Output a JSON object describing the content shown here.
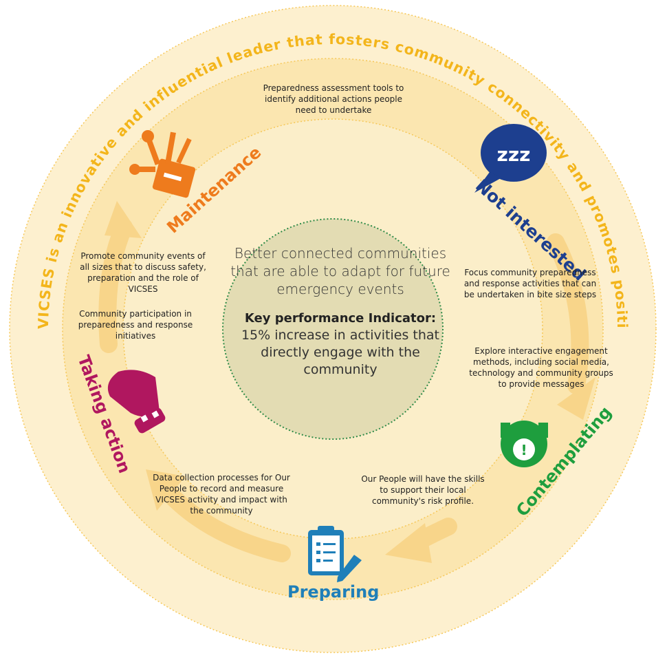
{
  "outer_statement": "VICSES is an innovative and influential leader that fosters community connectivity and promotes positive behaviour change",
  "center": {
    "statement": "Better connected communities that are able to adapt for future emergency events",
    "kpi_title": "Key performance Indicator:",
    "kpi_text": "15% increase in activities that directly engage with the community"
  },
  "stages": {
    "not_interested": {
      "label": "Not interested",
      "color": "#1d3f8f",
      "icon": "sleeping-speech-bubble-icon"
    },
    "contemplating": {
      "label": "Contemplating",
      "color": "#1e9e3e",
      "icon": "thinking-head-icon"
    },
    "preparing": {
      "label": "Preparing",
      "color": "#1f7fb9",
      "icon": "clipboard-checklist-icon"
    },
    "taking_action": {
      "label": "Taking action",
      "color": "#b0175f",
      "icon": "hand-wrench-icon"
    },
    "maintenance": {
      "label": "Maintenance",
      "color": "#ee7b1d",
      "icon": "toolbox-icon"
    }
  },
  "notes": {
    "top": "Preparedness assessment tools to identify additional actions people need to undertake",
    "right_1": "Focus community preparedness and response activities that can be undertaken in bite size steps",
    "right_2": "Explore interactive engagement methods, including social media, technology and community groups to provide messages",
    "bottom_right": "Our People will have the skills to support their local community's risk profile.",
    "bottom_left": "Data collection processes for Our People to record and measure VICSES activity and impact with the community",
    "left_1": "Promote community events of all sizes that to discuss safety, preparation and the role of VICSES",
    "left_2": "Community participation in preparedness and response initiatives"
  },
  "colors": {
    "outer_ring": "#fdf0cf",
    "middle_ring": "#fbe6b0",
    "inner_ring": "#fbeec9",
    "center_disc": "#e3dcb3",
    "arrows": "#f8d58a",
    "outer_text": "#f3b51b",
    "dotted_border": "#2d8a47"
  }
}
